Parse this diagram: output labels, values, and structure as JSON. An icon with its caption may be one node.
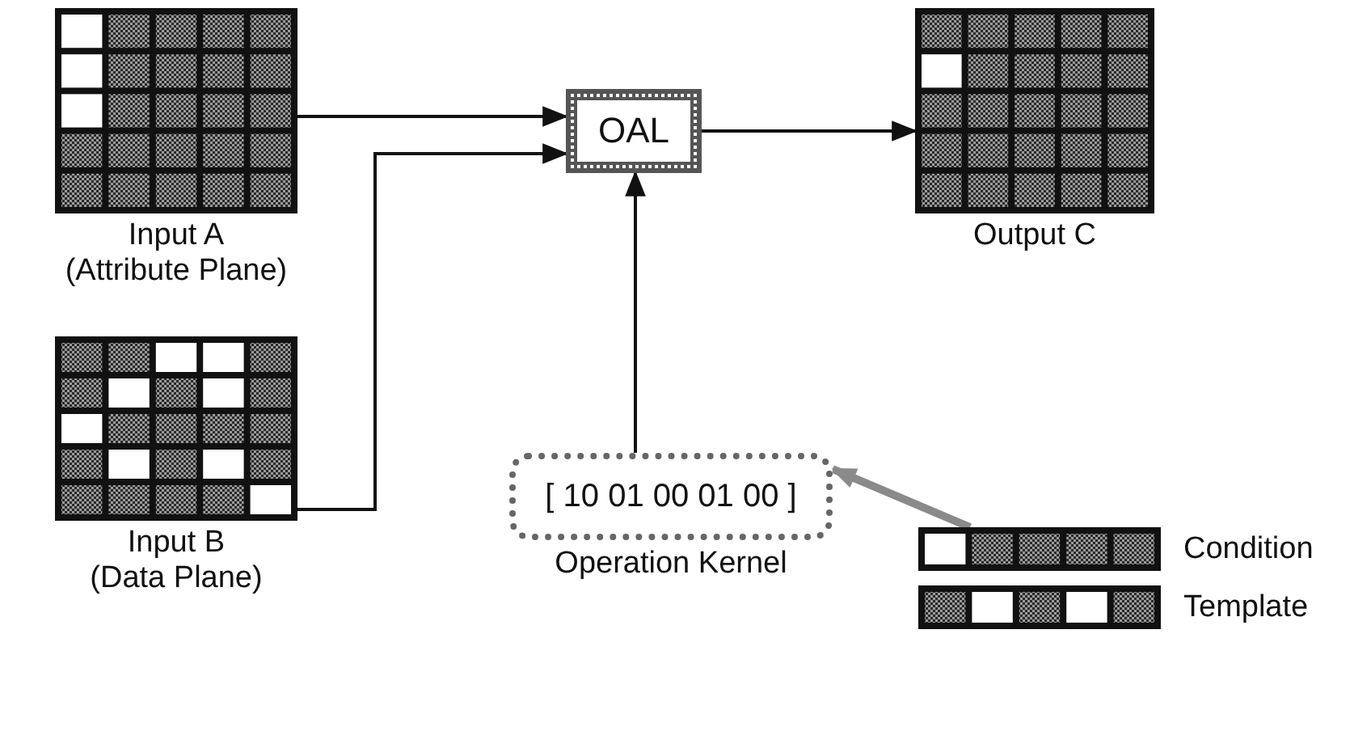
{
  "diagram": {
    "nodes": [
      {
        "text": [
          "Input A",
          "(Attribute Plane)"
        ]
      },
      {
        "text": [
          "Input B",
          "(Data Plane)"
        ]
      },
      {
        "text": [
          "OAL"
        ]
      },
      {
        "text": [
          "Output C"
        ]
      },
      {
        "text": [
          "[ 10 01 00 01 00 ]"
        ],
        "beside": [
          "Operation Kernel"
        ]
      },
      {
        "text": [
          "Condition"
        ]
      },
      {
        "text": [
          "Template"
        ]
      }
    ],
    "edges": [
      {
        "from": 0,
        "to": 2,
        "arrow": "to"
      },
      {
        "from": 1,
        "to": 2,
        "arrow": "to"
      },
      {
        "from": 2,
        "to": 3,
        "arrow": "to"
      },
      {
        "from": 4,
        "to": 2,
        "arrow": "to"
      },
      {
        "from": 5,
        "to": 4,
        "arrow": "to",
        "style": "thick",
        "color": "#8a8a8a"
      }
    ]
  }
}
